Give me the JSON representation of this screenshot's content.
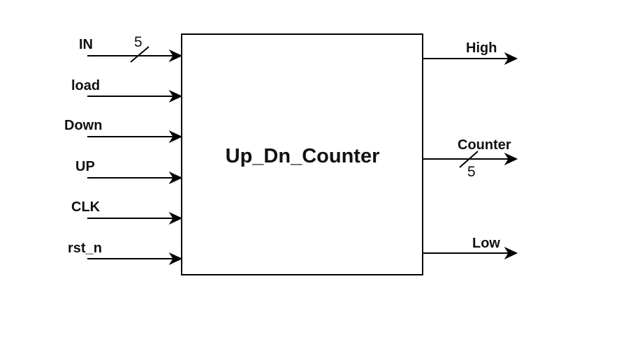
{
  "block": {
    "title": "Up_Dn_Counter"
  },
  "inputs": [
    {
      "label": "IN",
      "bus_width": "5"
    },
    {
      "label": "load"
    },
    {
      "label": "Down"
    },
    {
      "label": "UP"
    },
    {
      "label": "CLK"
    },
    {
      "label": "rst_n"
    }
  ],
  "outputs": [
    {
      "label": "High"
    },
    {
      "label": "Counter",
      "bus_width": "5"
    },
    {
      "label": "Low"
    }
  ]
}
